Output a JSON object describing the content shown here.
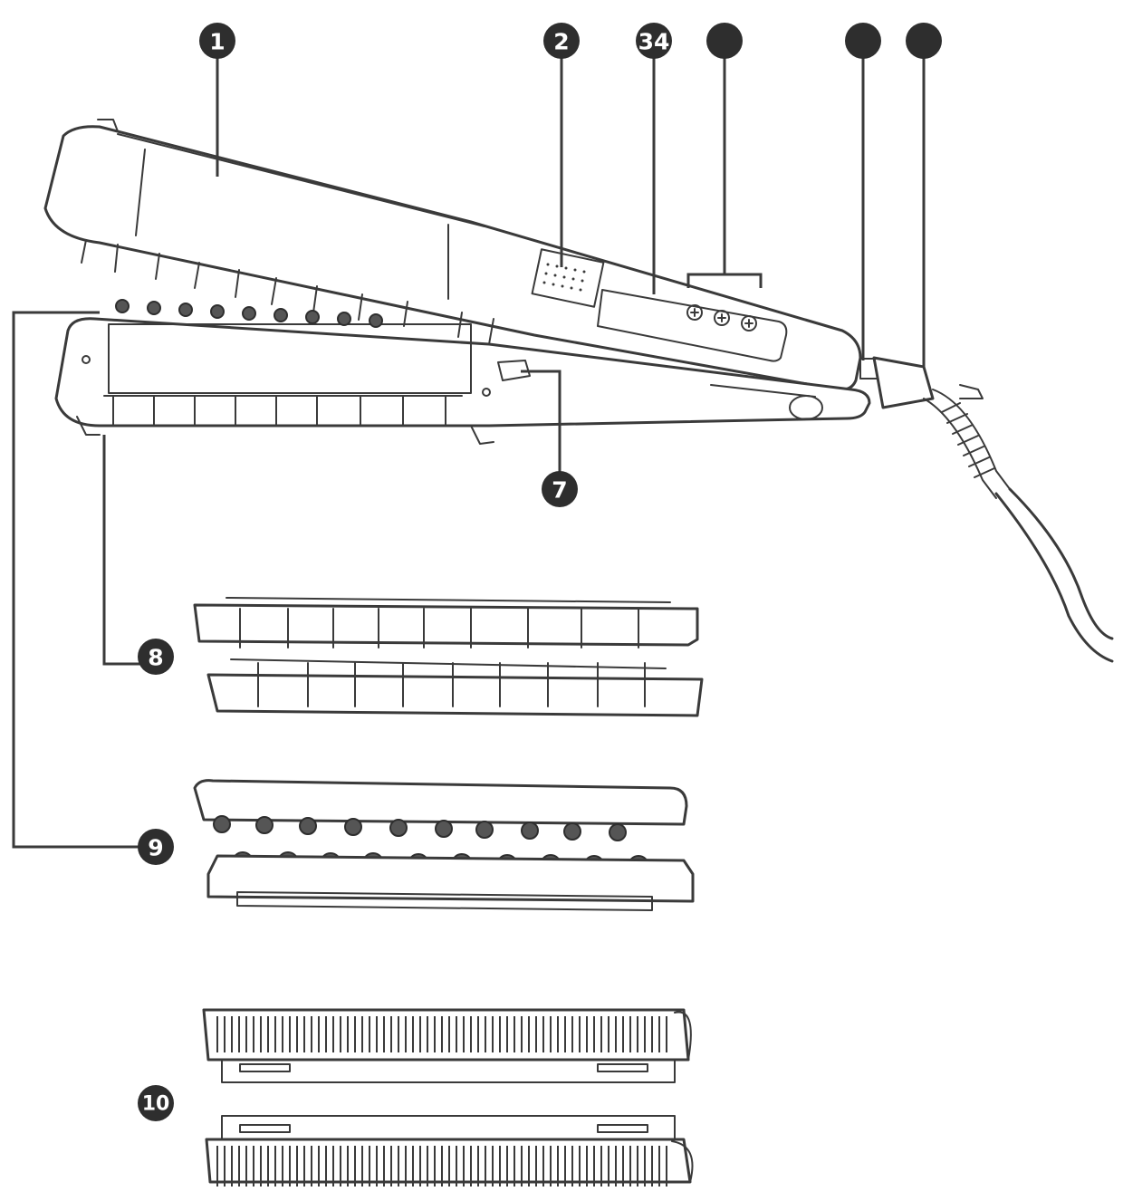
{
  "markers": [
    {
      "id": "1",
      "label": "1"
    },
    {
      "id": "2",
      "label": "2"
    },
    {
      "id": "3",
      "label": "34"
    },
    {
      "id": "5",
      "label": ""
    },
    {
      "id": "6a",
      "label": ""
    },
    {
      "id": "6b",
      "label": ""
    },
    {
      "id": "7",
      "label": "7"
    },
    {
      "id": "8",
      "label": "8"
    },
    {
      "id": "9",
      "label": "9"
    },
    {
      "id": "10",
      "label": "10"
    }
  ],
  "colors": {
    "line": "#3a3a3a",
    "marker": "#2e2e2e",
    "background": "#ffffff"
  }
}
